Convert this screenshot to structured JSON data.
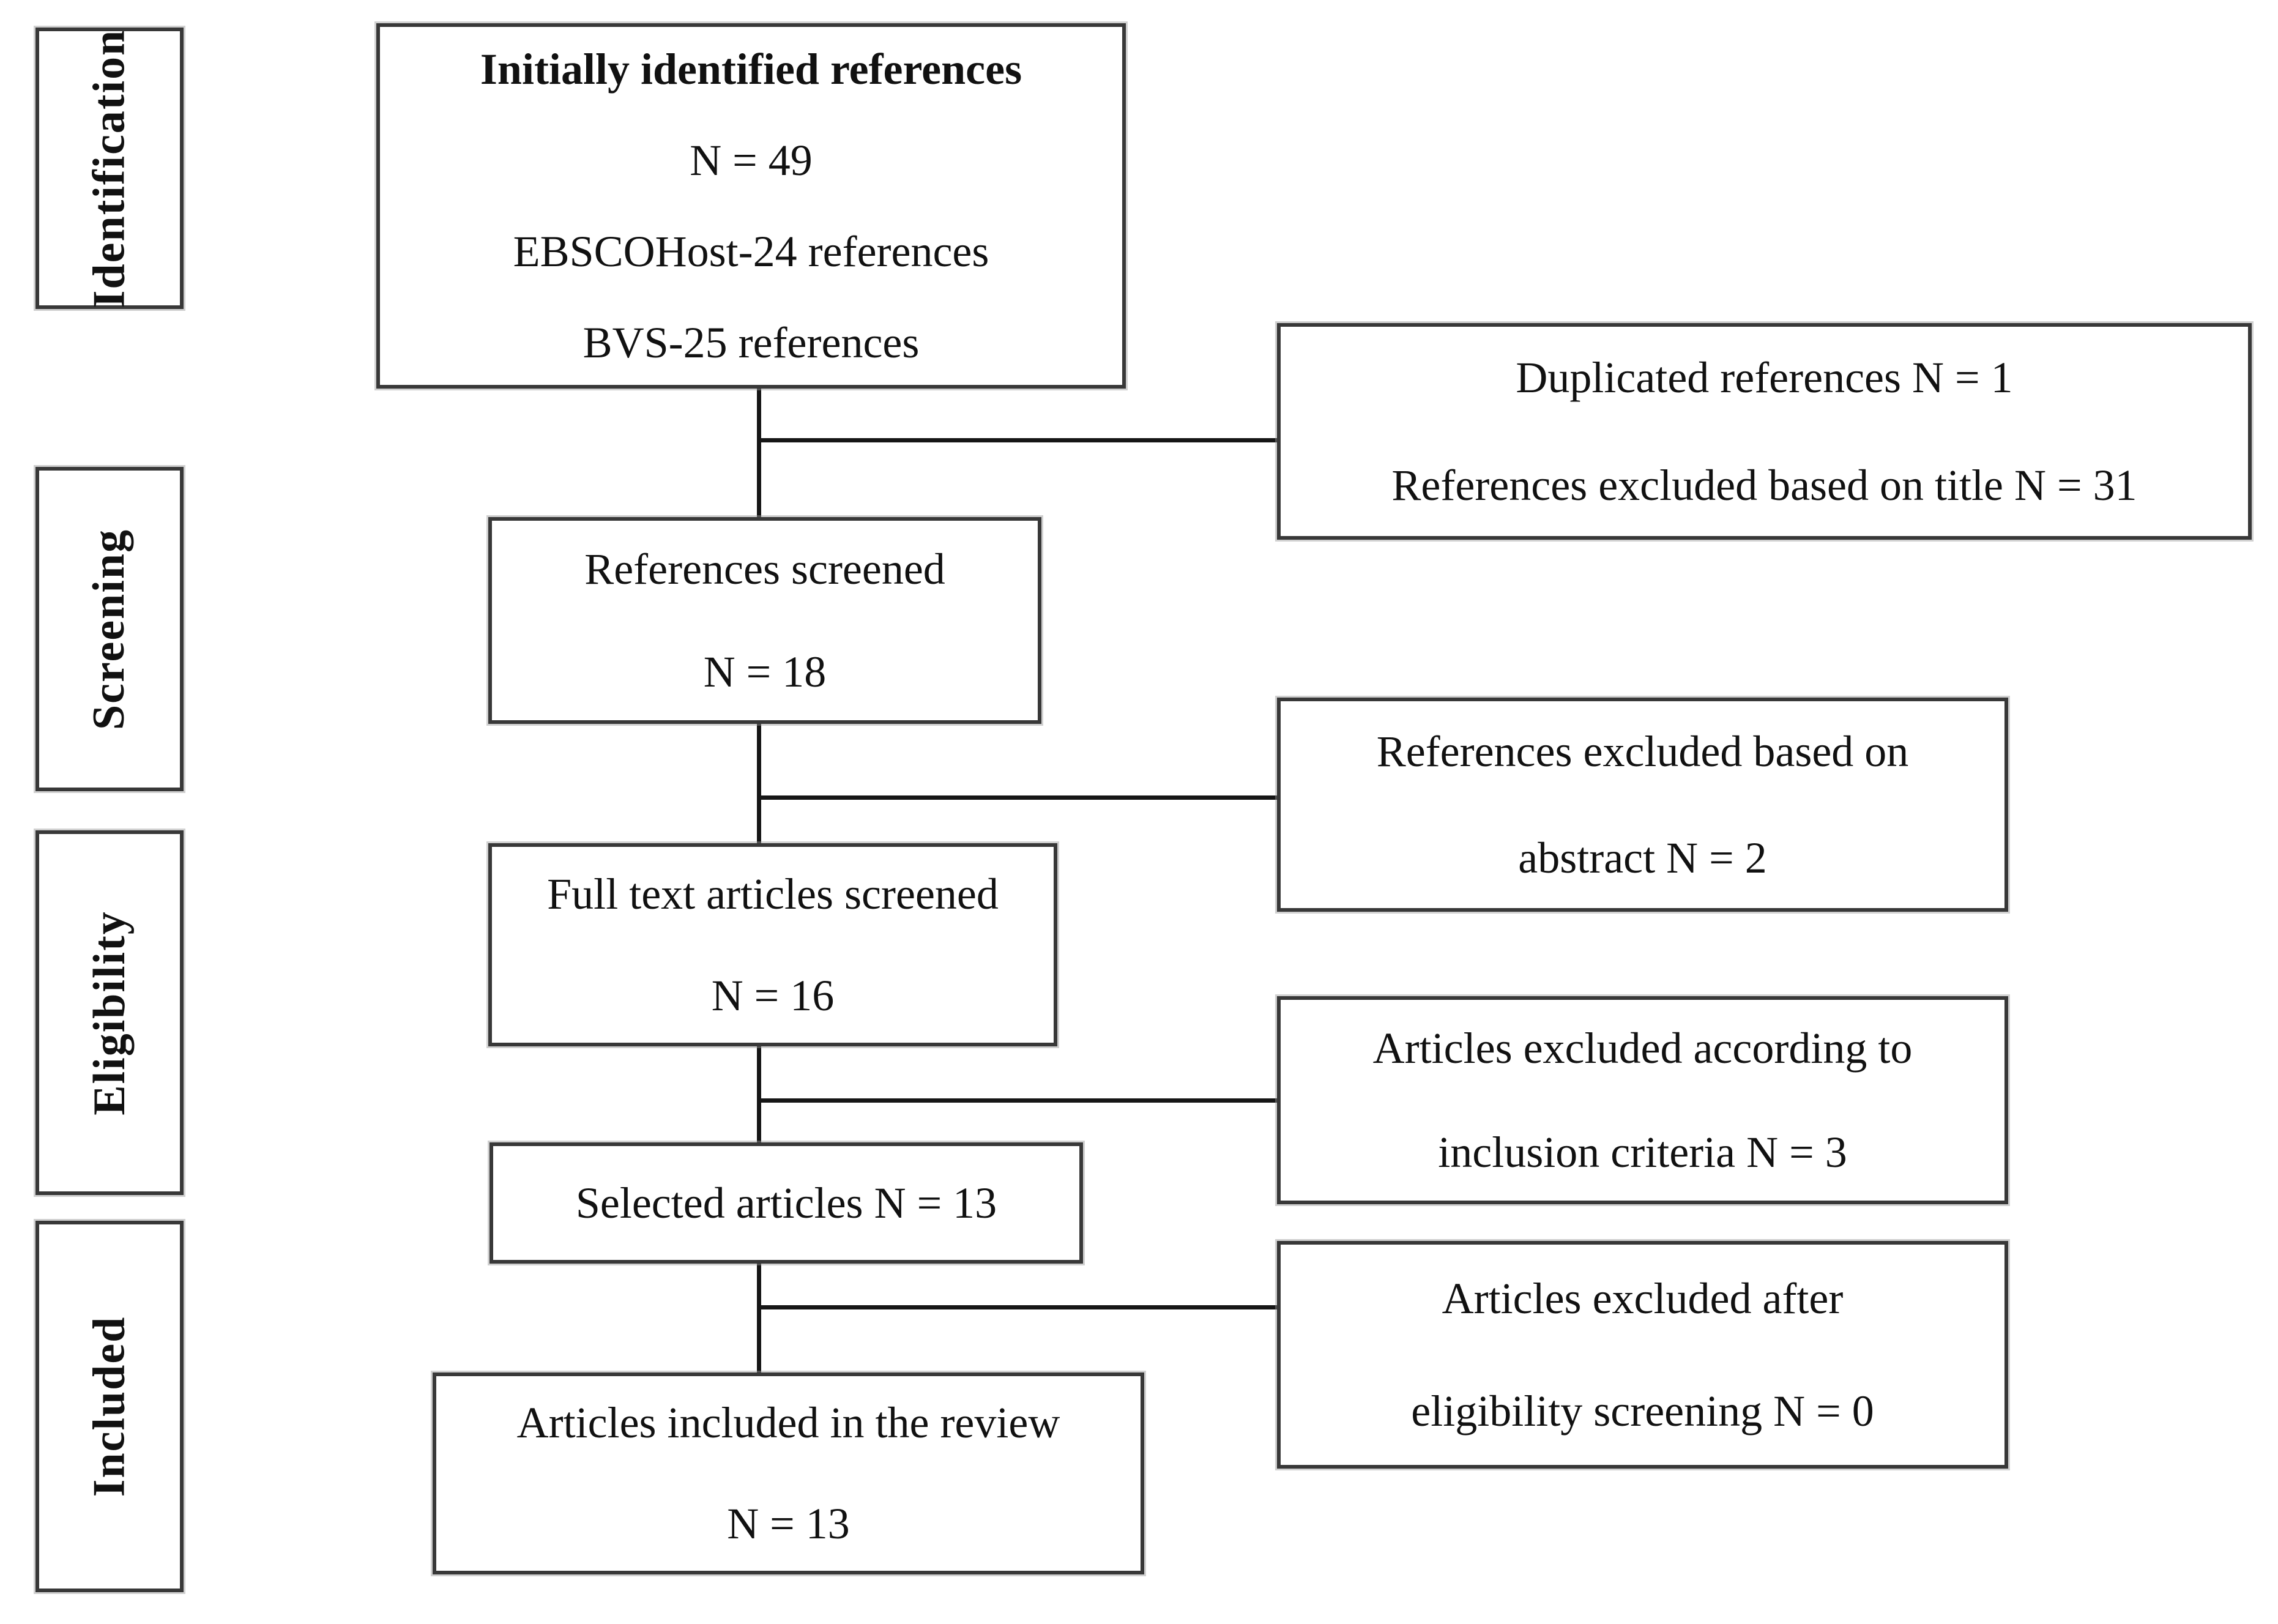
{
  "diagram_title": "PRISMA-style article selection flowchart",
  "stages": [
    {
      "label": "Identification"
    },
    {
      "label": "Screening"
    },
    {
      "label": "Eligibility"
    },
    {
      "label": "Included"
    }
  ],
  "main_boxes": [
    {
      "name": "initially-identified",
      "lines": [
        "Initially identified references",
        "N = 49",
        "EBSCOHost-24 references",
        "BVS-25 references"
      ]
    },
    {
      "name": "references-screened",
      "lines": [
        "References screened",
        "N = 18"
      ]
    },
    {
      "name": "full-text-screened",
      "lines": [
        "Full text articles screened",
        "N = 16"
      ]
    },
    {
      "name": "selected-articles",
      "lines": [
        "Selected articles N = 13"
      ]
    },
    {
      "name": "articles-included",
      "lines": [
        "Articles included in the review",
        "N = 13"
      ]
    }
  ],
  "side_boxes": [
    {
      "name": "excluded-duplicates-title",
      "lines": [
        "Duplicated references N = 1",
        "References excluded based on title N = 31"
      ]
    },
    {
      "name": "excluded-abstract",
      "lines": [
        "References excluded based on",
        "abstract N = 2"
      ]
    },
    {
      "name": "excluded-inclusion-criteria",
      "lines": [
        "Articles excluded according to",
        "inclusion criteria N = 3"
      ]
    },
    {
      "name": "excluded-eligibility",
      "lines": [
        "Articles excluded after",
        "eligibility screening N = 0"
      ]
    }
  ],
  "counts": {
    "initially_identified": 49,
    "ebscohost": 24,
    "bvs": 25,
    "screened": 18,
    "full_text_screened": 16,
    "selected": 13,
    "included": 13,
    "duplicated": 1,
    "excluded_title": 31,
    "excluded_abstract": 2,
    "excluded_inclusion_criteria": 3,
    "excluded_eligibility": 0
  },
  "colors": {
    "background": "#ffffff",
    "box_border": "#383838",
    "border_halo": "#969696",
    "text": "#111111",
    "connector": "#161616"
  }
}
